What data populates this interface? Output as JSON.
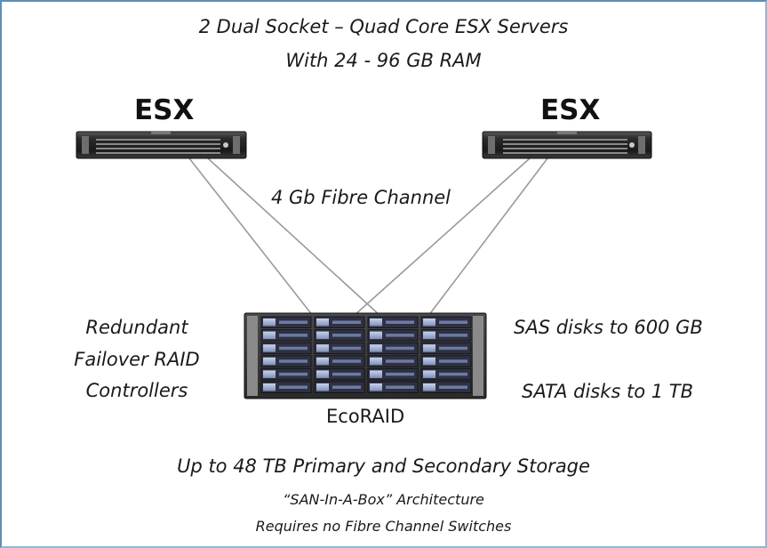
{
  "header": {
    "line1": "2 Dual Socket – Quad Core ESX Servers",
    "line2": "With 24 - 96 GB RAM"
  },
  "servers": {
    "left_label": "ESX",
    "right_label": "ESX"
  },
  "links": {
    "fibre_label": "4 Gb Fibre Channel"
  },
  "storage": {
    "controllers_lines": [
      "Redundant",
      "Failover  RAID",
      "Controllers"
    ],
    "sas": "SAS disks to 600 GB",
    "sata": "SATA disks to 1 TB",
    "device_label": "EcoRAID"
  },
  "footer": {
    "capacity": "Up to 48 TB Primary and Secondary Storage",
    "arch_line1": "“SAN-In-A-Box” Architecture",
    "arch_line2": "Requires no Fibre Channel Switches"
  },
  "colors": {
    "border": "#5b8fb9",
    "link_line": "#9a9a9a",
    "server_body": "#1d1d1d",
    "drive_accent": "#3f67b5"
  }
}
